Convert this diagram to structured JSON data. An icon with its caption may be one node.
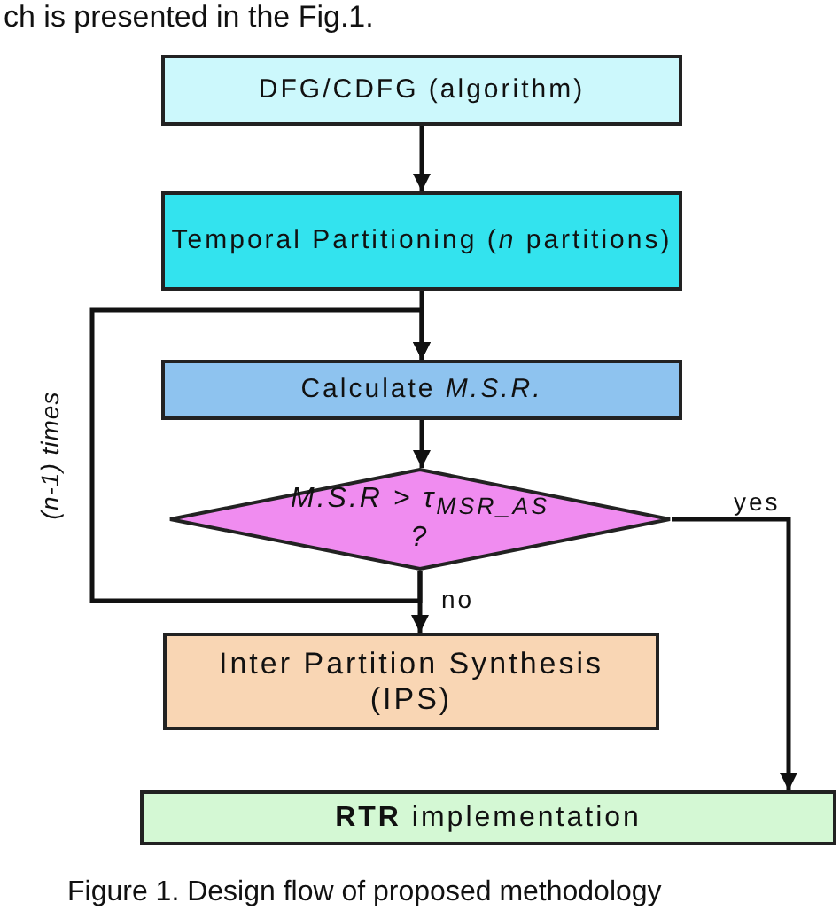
{
  "diagram": {
    "caption": "Figure 1. Design flow of proposed methodology",
    "nodes": [
      {
        "text": [
          "DFG/CDFG (algorithm)"
        ]
      },
      {
        "text": [
          "Temporal Partitioning (*n* partitions)"
        ]
      },
      {
        "text": [
          "Calculate *M.S.R.*"
        ]
      },
      {
        "text": [
          "M.S.R > τ$_{MSR_AS}$ ?"
        ]
      },
      {
        "text": [
          "Inter Partition Synthesis (IPS)"
        ]
      },
      {
        "text": [
          "**RTR** implementation"
        ]
      }
    ],
    "edges": [
      {
        "from": 0,
        "to": 1,
        "arrow": "to"
      },
      {
        "from": 1,
        "to": 2,
        "arrow": "to"
      },
      {
        "from": 2,
        "to": 3,
        "arrow": "to"
      },
      {
        "from": 3,
        "to": 4,
        "arrow": "to",
        "label": "no"
      },
      {
        "from": 3,
        "to": 5,
        "arrow": "to",
        "label": "yes"
      },
      {
        "from": 3,
        "to": 2,
        "arrow": "to",
        "label": "(n-1) times"
      }
    ],
    "labels": [
      "ch is presented in the Fig.1."
    ]
  }
}
